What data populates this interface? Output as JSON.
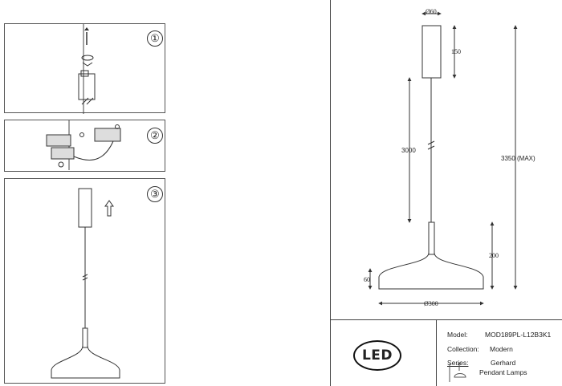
{
  "steps": [
    {
      "number": "①"
    },
    {
      "number": "②"
    },
    {
      "number": "③"
    }
  ],
  "dimensions": {
    "canopy_diameter": "Ø60",
    "canopy_height": "150",
    "cable_length": "3000",
    "total_height": "3350 (MAX)",
    "shade_stem_height": "200",
    "shade_height": "60",
    "shade_diameter": "Ø300"
  },
  "logo": {
    "text": "LED"
  },
  "info": {
    "model_label": "Model:",
    "model_value": "MOD189PL-L12B3K1",
    "collection_label": "Collection:",
    "collection_value": "Modern",
    "series_label": "Series:",
    "series_value": "Gerhard",
    "type_value": "Pendant Lamps"
  },
  "icons": [
    "screwdriver-icon",
    "wire-connector-icon",
    "arrow-up-icon",
    "pendant-lamp-icon"
  ]
}
